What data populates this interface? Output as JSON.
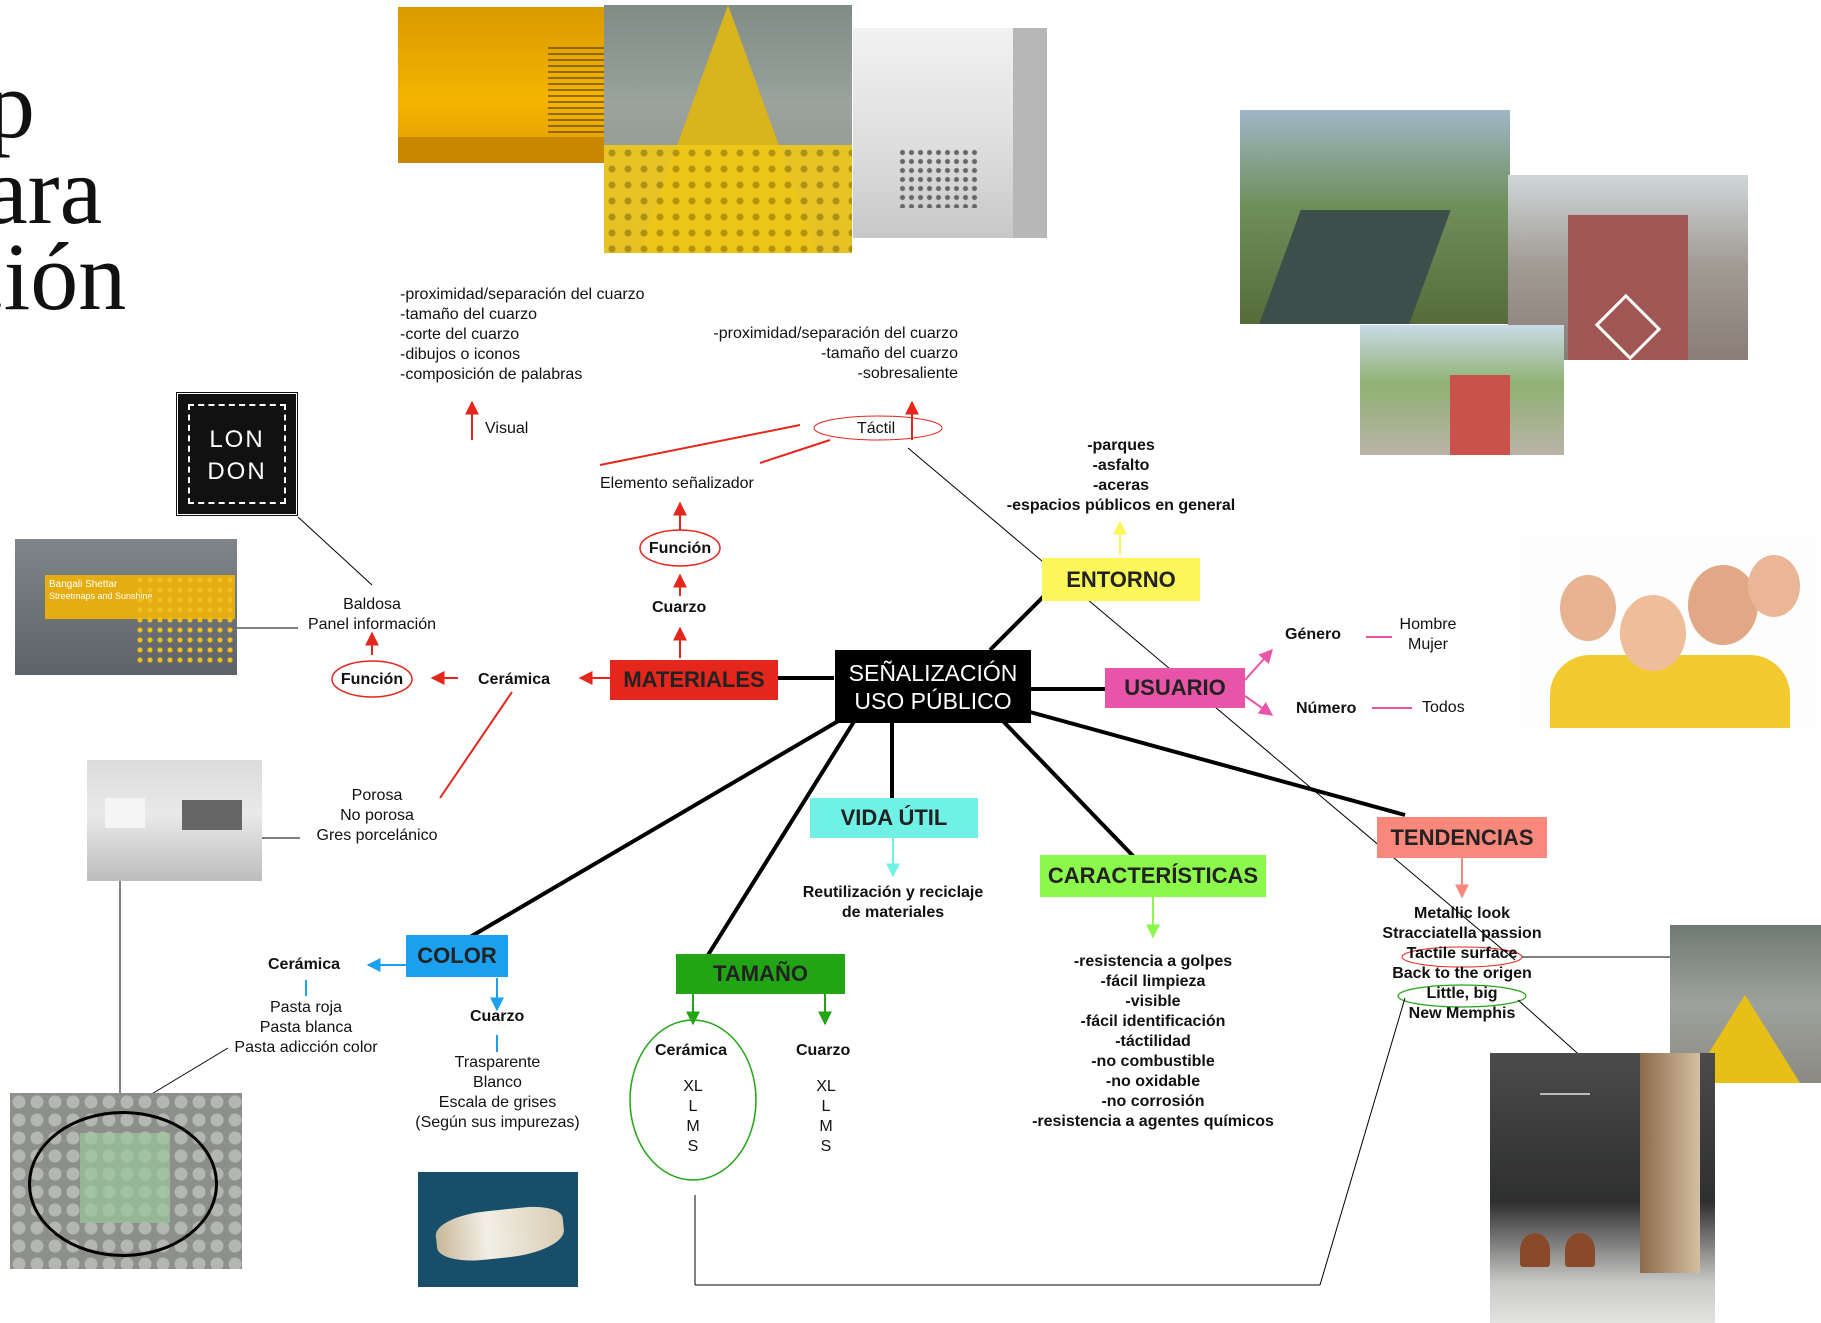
{
  "page_title": {
    "line1": "p",
    "line2": "para",
    "line3": "ción"
  },
  "center": {
    "line1": "SEÑALIZACIÓN",
    "line2": "USO PÚBLICO"
  },
  "categories": {
    "materiales": "MATERIALES",
    "entorno": "ENTORNO",
    "usuario": "USUARIO",
    "vida_util": "VIDA ÚTIL",
    "caracteristicas": "CARACTERÍSTICAS",
    "tendencias": "TENDENCIAS",
    "color": "COLOR",
    "tamano": "TAMAÑO"
  },
  "colors": {
    "materiales": "#e5261c",
    "entorno": "#fbf65a",
    "usuario": "#e855a8",
    "vida_util": "#6ff1e6",
    "caracteristicas": "#8df84c",
    "tendencias": "#f8877c",
    "color": "#1aa0ef",
    "tamano": "#21a514",
    "center": "#000000"
  },
  "materiales": {
    "elemento": "Elemento señalizador",
    "funcion": "Función",
    "cuarzo": "Cuarzo",
    "ceramica": "Cerámica",
    "funcion2": "Función",
    "visual": "Visual",
    "tactil": "Táctil",
    "visual_items": [
      "-proximidad/separación del cuarzo",
      "-tamaño del cuarzo",
      "-corte del cuarzo",
      "-dibujos o iconos",
      "-composición de palabras"
    ],
    "tactil_items": [
      "-proximidad/separación del cuarzo",
      "-tamaño del cuarzo",
      "-sobresaliente"
    ],
    "baldosa": [
      "Baldosa",
      "Panel información"
    ],
    "porosa": [
      "Porosa",
      "No porosa",
      "Gres porcelánico"
    ]
  },
  "entorno_items": [
    "-parques",
    "-asfalto",
    "-aceras",
    "-espacios públicos en general"
  ],
  "usuario": {
    "genero": "Género",
    "genero_values": [
      "Hombre",
      "Mujer"
    ],
    "numero": "Número",
    "numero_value": "Todos"
  },
  "vida_util_items": [
    "Reutilización  y reciclaje",
    "de materiales"
  ],
  "caracteristicas_items": [
    "-resistencia a golpes",
    "-fácil limpieza",
    "-visible",
    "-fácil identificación",
    "-táctilidad",
    "-no combustible",
    "-no oxidable",
    "-no corrosión",
    "-resistencia a agentes químicos"
  ],
  "tendencias_items": [
    "Metallic look",
    "Stracciatella passion",
    "Tactile surface",
    "Back to the origen",
    "Little, big",
    "New Memphis"
  ],
  "color": {
    "ceramica": "Cerámica",
    "ceramica_items": [
      "Pasta roja",
      "Pasta blanca",
      "Pasta adicción color"
    ],
    "cuarzo": "Cuarzo",
    "cuarzo_items": [
      "Trasparente",
      "Blanco",
      "Escala de grises",
      "(Según sus impurezas)"
    ]
  },
  "tamano": {
    "ceramica": "Cerámica",
    "cuarzo": "Cuarzo",
    "sizes": [
      "XL",
      "L",
      "M",
      "S"
    ]
  },
  "photos": {
    "london_tile": {
      "line1": "LON",
      "line2": "DON"
    },
    "panel_text": {
      "line1": "Bangali Shettar",
      "line2": "Streetmaps and Sunshine"
    }
  }
}
